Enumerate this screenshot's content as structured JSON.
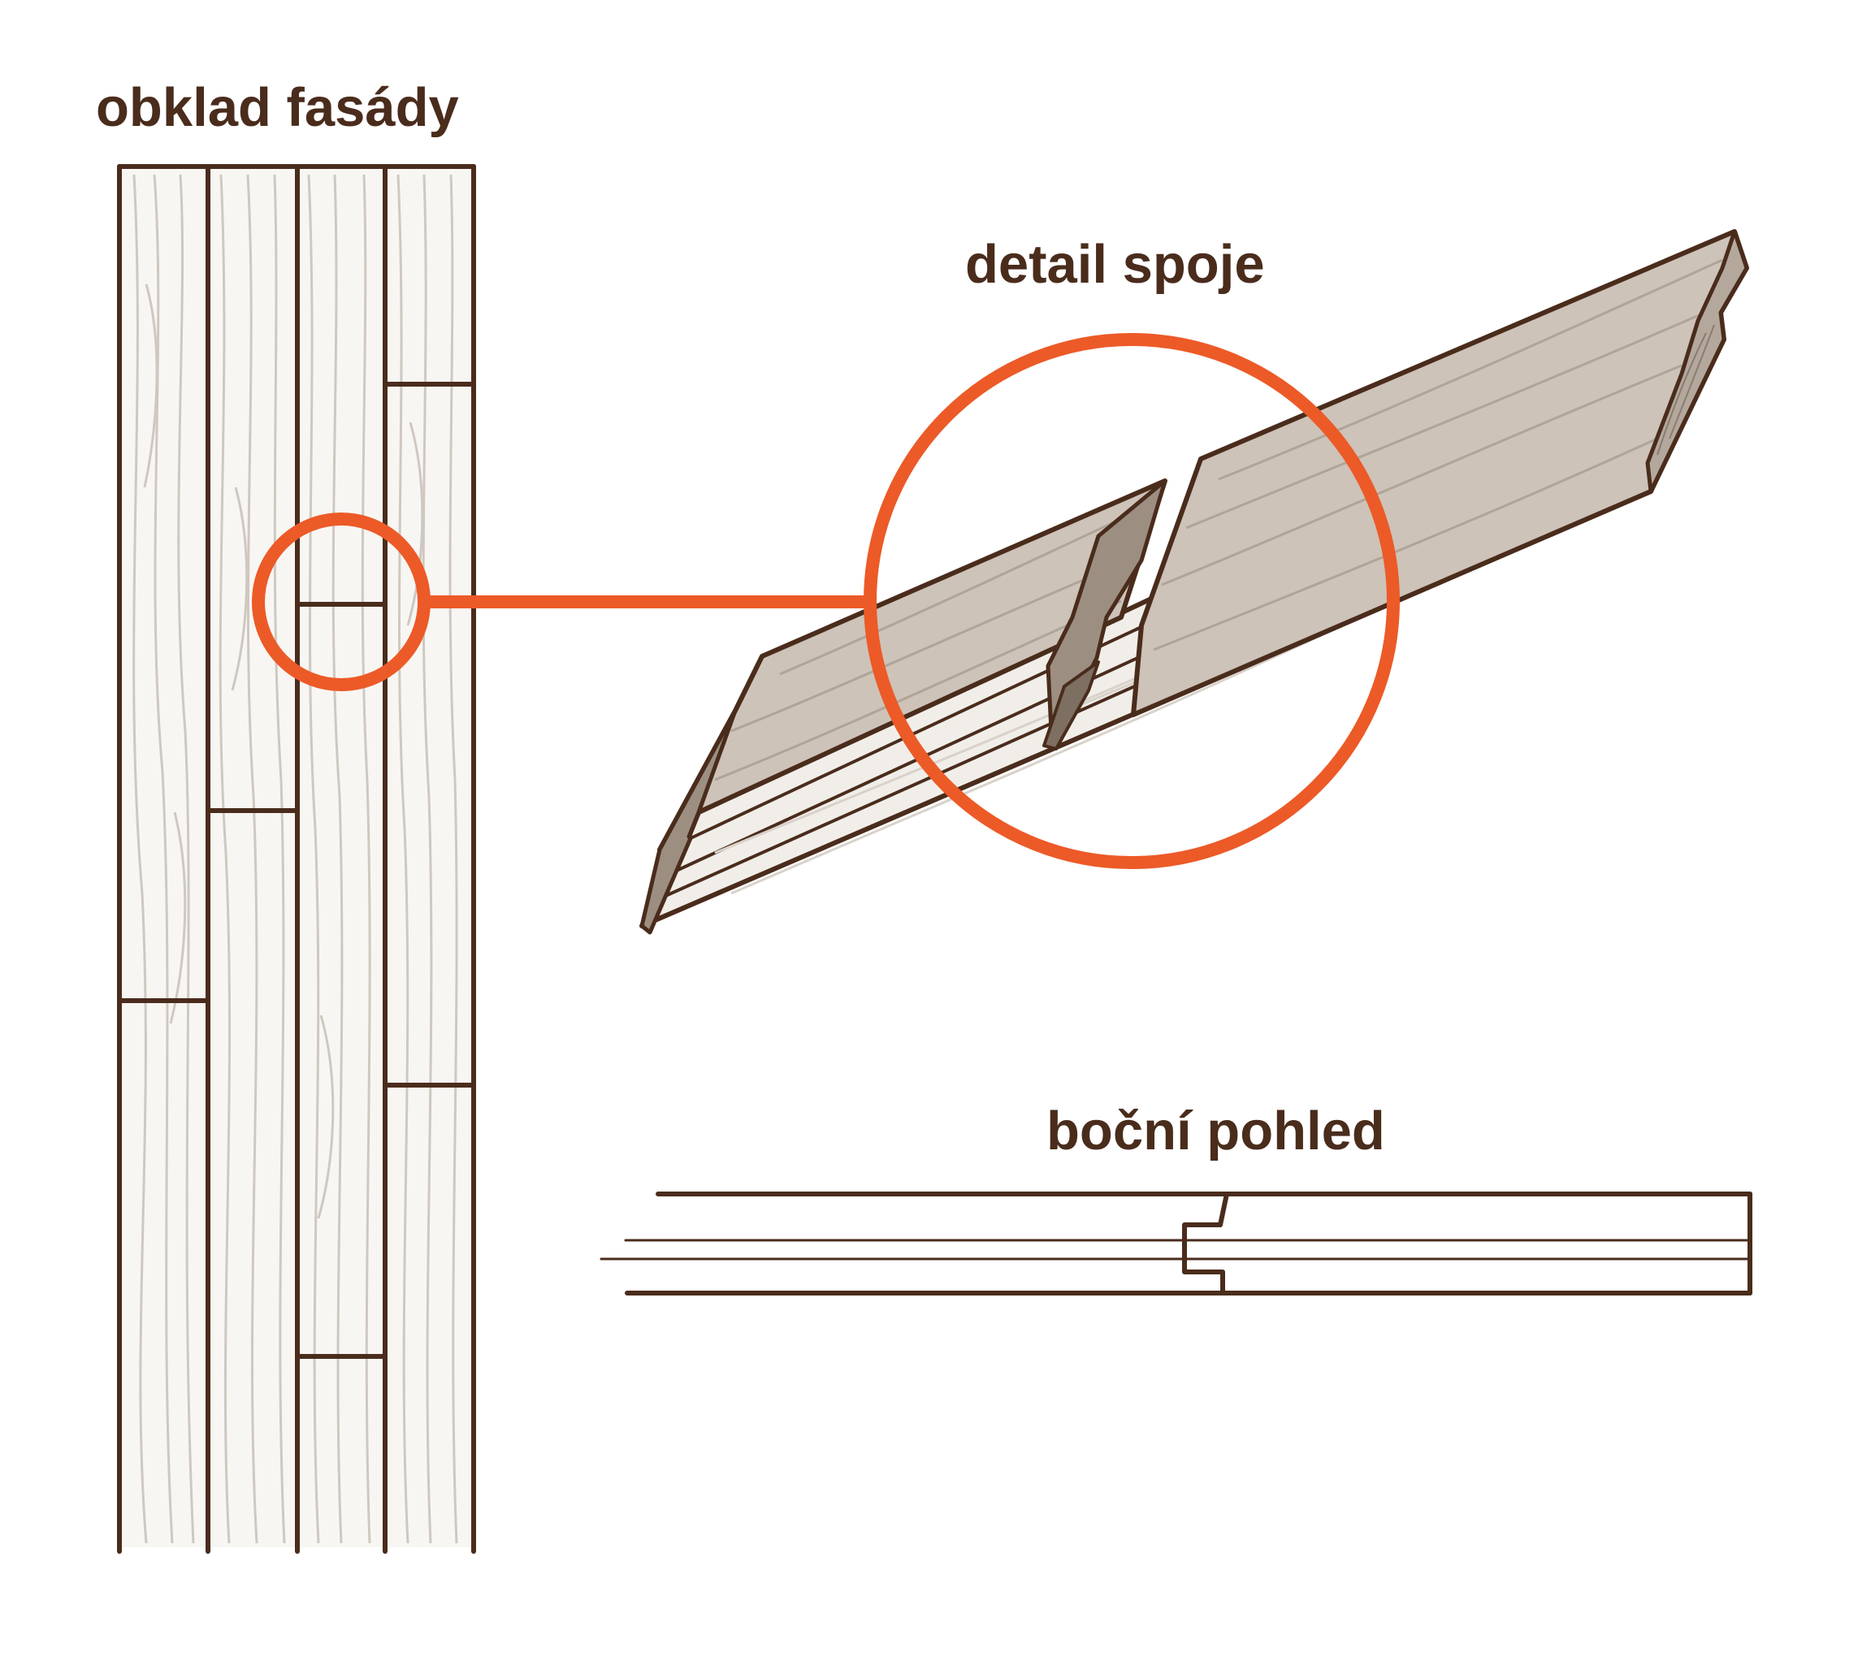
{
  "labels": {
    "facade": "obklad fasády",
    "joint_detail": "detail spoje",
    "side_view": "boční pohled"
  },
  "colors": {
    "outline": "#4a2c1c",
    "accent": "#ec5a27",
    "wood_grain": "#c8c0b8",
    "board_top": "#cdc3b8",
    "board_face": "#f1eee9",
    "end_grain": "#b4a89c",
    "background": "#ffffff"
  }
}
